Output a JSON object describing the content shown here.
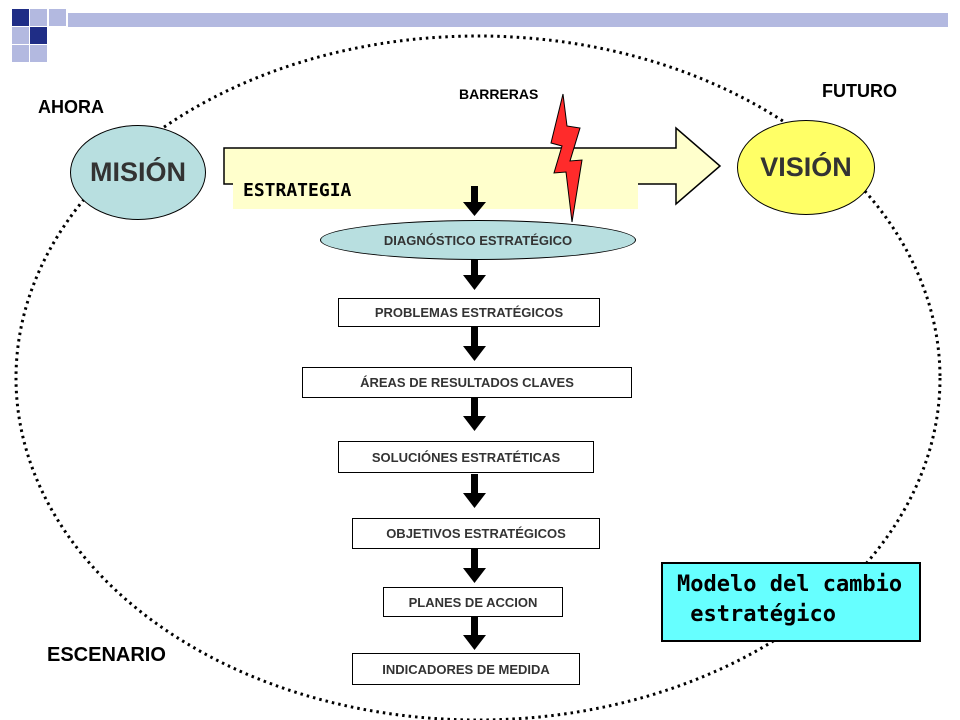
{
  "colors": {
    "dark_square": "#1f2d86",
    "light_square": "#b3b9e0",
    "mision_fill": "#b8dfe0",
    "vision_fill": "#ffff66",
    "arrow_fill": "#ffffcc",
    "lightning_fill": "#ff2b2b",
    "note_fill": "#66ffff",
    "dotted_ellipse": "#000000"
  },
  "labels": {
    "ahora": "AHORA",
    "futuro": "FUTURO",
    "barreras": "BARRERAS",
    "escenario": "ESCENARIO",
    "estrategia": "ESTRATEGIA"
  },
  "mision": "MISIÓN",
  "vision": "VISIÓN",
  "diagnostico": "DIAGNÓSTICO ESTRATÉGICO",
  "steps": [
    "PROBLEMAS ESTRATÉGICOS",
    "ÁREAS DE RESULTADOS CLAVES",
    "SOLUCIÓNES ESTRATÉTICAS",
    "OBJETIVOS ESTRATÉGICOS",
    "PLANES DE ACCION",
    "INDICADORES DE MEDIDA"
  ],
  "note": {
    "line1": "Modelo del cambio",
    "line2": " estratégico"
  },
  "icons": [
    "decorative-squares-icon",
    "lightning-icon",
    "down-arrow-icon"
  ]
}
